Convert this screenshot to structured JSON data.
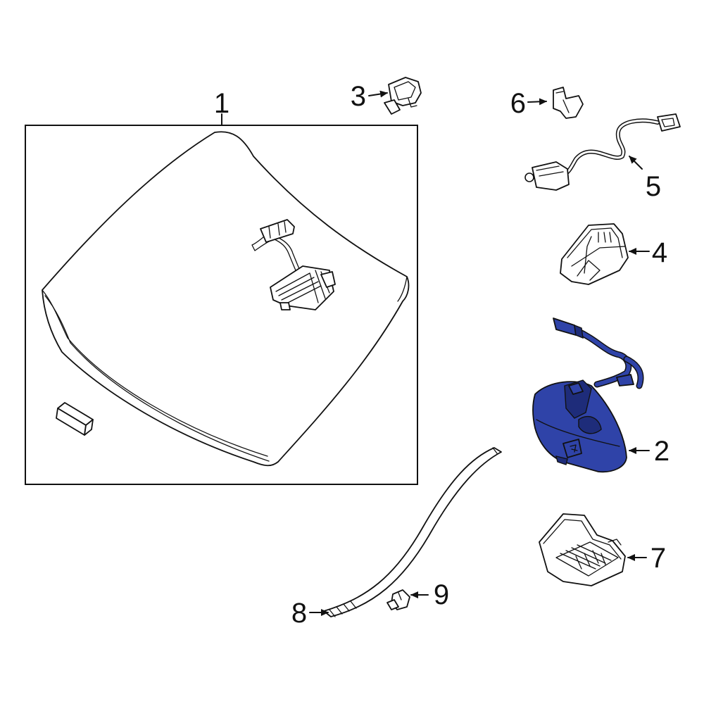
{
  "diagram": {
    "highlight_color": "#2f43a8",
    "callouts": {
      "c1": "1",
      "c2": "2",
      "c3": "3",
      "c4": "4",
      "c5": "5",
      "c6": "6",
      "c7": "7",
      "c8": "8",
      "c9": "9"
    }
  }
}
